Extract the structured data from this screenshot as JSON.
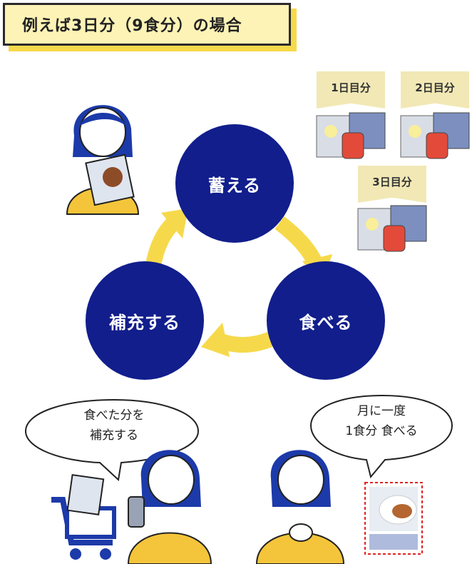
{
  "title": "例えば3日分（9食分）の場合",
  "cycle": {
    "store": "蓄える",
    "eat": "食べる",
    "refill": "補充する"
  },
  "days": {
    "day1": "1日目分",
    "day2": "2日目分",
    "day3": "3日目分"
  },
  "bubbles": {
    "refill_line1": "食べた分を",
    "refill_line2": "補充する",
    "eat_line1": "月に一度",
    "eat_line2": "1食分 食べる"
  },
  "colors": {
    "circle": "#111e8c",
    "arrow": "#f6d94b",
    "title_bg": "#fdf3b6",
    "tag_bg": "#f1e8b5",
    "hair": "#1c3aa9",
    "sweater": "#f4c53a"
  },
  "icons": {
    "food_set": "emergency-food-pack-icon",
    "cart": "shopping-cart-icon",
    "phone": "smartphone-icon",
    "person": "woman-illustration"
  }
}
